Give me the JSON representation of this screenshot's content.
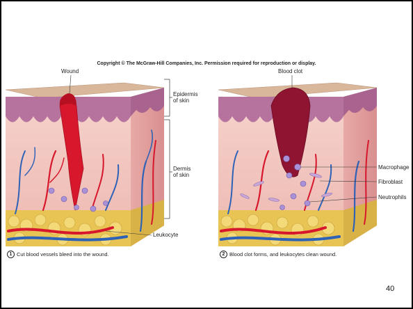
{
  "copyright": "Copyright © The McGraw-Hill Companies, Inc. Permission required for reproduction or display.",
  "panel1": {
    "top_label": "Wound",
    "epidermis_label": [
      "Epidermis",
      "of skin"
    ],
    "dermis_label": [
      "Dermis",
      "of skin"
    ],
    "leukocyte_label": "Leukocyte",
    "step_number": "1",
    "caption": "Cut blood vessels bleed into the wound."
  },
  "panel2": {
    "top_label": "Blood clot",
    "macrophage_label": "Macrophage",
    "fibroblast_label": "Fibroblast",
    "neutrophils_label": "Neutrophils",
    "step_number": "2",
    "caption": "Blood clot forms, and leukocytes clean wound."
  },
  "page_number": "40",
  "colors": {
    "skin_top": "#d9b79a",
    "epidermis": "#b5739d",
    "dermis": "#f2c7c2",
    "fat": "#e8c455",
    "blood": "#d7172b",
    "clot": "#8f1431",
    "vein": "#2e62b7",
    "cell": "#a891d6"
  }
}
